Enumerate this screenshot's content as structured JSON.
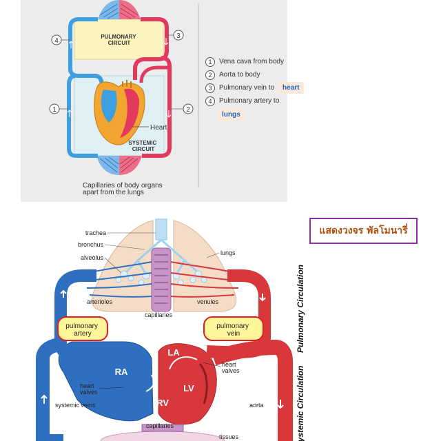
{
  "top_diagram": {
    "pulmonary_circuit": "PULMONARY\nCIRCUIT",
    "systemic_circuit": "SYSTEMIC\nCIRCUIT",
    "heart_label": "Heart",
    "capillaries_caption": "Capillaries of body organs\napart from the lungs",
    "callout_numbers": [
      "1",
      "2",
      "3",
      "4"
    ],
    "legend": [
      {
        "num": "1",
        "text": "Vena cava from body"
      },
      {
        "num": "2",
        "text": "Aorta to body"
      },
      {
        "num": "3",
        "text": "Pulmonary vein to",
        "answer": "heart"
      },
      {
        "num": "4",
        "text": "Pulmonary artery to",
        "answer": "lungs"
      }
    ]
  },
  "bottom_diagram": {
    "labels": {
      "trachea": "trachea",
      "bronchus": "bronchus",
      "alveolus": "alveolus",
      "lungs": "lungs",
      "arterioles": "arterioles",
      "venules": "venules",
      "capillaries_top": "capillaries",
      "pulmonary_artery": "pulmonary\nartery",
      "pulmonary_vein": "pulmonary\nvein",
      "la": "LA",
      "ra": "RA",
      "lv": "LV",
      "rv": "RV",
      "heart_valves_right": "heart\nvalves",
      "heart_valves_left": "heart\nvalves",
      "systemic_veins": "systemic veins",
      "aorta": "aorta",
      "capillaries_bottom": "capillaries",
      "tissues": "tissues"
    },
    "side_titles": {
      "pulmonary": "Pulmonary Circulation",
      "systemic": "Systemic Circulation"
    },
    "thai_title": "แสดงวงจร พัลโมนารี่"
  },
  "colors": {
    "deoxygenated": "#2f6fc0",
    "oxygenated": "#d8383b",
    "highlight": "#fff59a",
    "highlight_border": "#e02020",
    "pulmonary_panel": "#fbf4be",
    "systemic_panel": "#dff0f4"
  }
}
